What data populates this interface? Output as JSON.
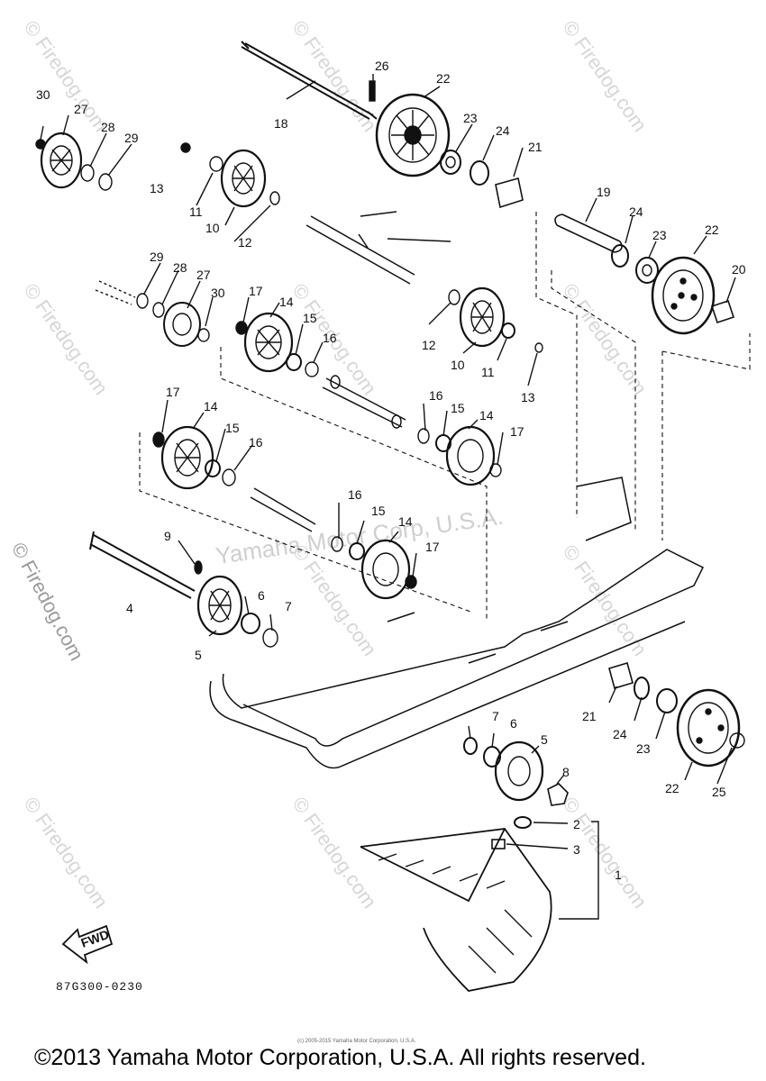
{
  "watermark_text": "© Firedog.com",
  "center_watermark": "Yamaha Motor Corp, U.S.A.",
  "fwd_arrow_text": "FWD",
  "part_code": "87G300-0230",
  "small_copyright": "(c) 2005-2015 Yamaha Motor Corporation, U.S.A.",
  "copyright": "©2013 Yamaha Motor Corporation, U.S.A. All rights reserved.",
  "callouts": [
    {
      "id": "c30a",
      "label": "30"
    },
    {
      "id": "c27a",
      "label": "27"
    },
    {
      "id": "c28a",
      "label": "28"
    },
    {
      "id": "c29a",
      "label": "29"
    },
    {
      "id": "c13a",
      "label": "13"
    },
    {
      "id": "c11a",
      "label": "11"
    },
    {
      "id": "c10a",
      "label": "10"
    },
    {
      "id": "c12a",
      "label": "12"
    },
    {
      "id": "c18",
      "label": "18"
    },
    {
      "id": "c26",
      "label": "26"
    },
    {
      "id": "c22a",
      "label": "22"
    },
    {
      "id": "c23a",
      "label": "23"
    },
    {
      "id": "c24a",
      "label": "24"
    },
    {
      "id": "c21a",
      "label": "21"
    },
    {
      "id": "c19",
      "label": "19"
    },
    {
      "id": "c24b",
      "label": "24"
    },
    {
      "id": "c23b",
      "label": "23"
    },
    {
      "id": "c22b",
      "label": "22"
    },
    {
      "id": "c20",
      "label": "20"
    },
    {
      "id": "c29b",
      "label": "29"
    },
    {
      "id": "c28b",
      "label": "28"
    },
    {
      "id": "c27b",
      "label": "27"
    },
    {
      "id": "c30b",
      "label": "30"
    },
    {
      "id": "c17a",
      "label": "17"
    },
    {
      "id": "c14a",
      "label": "14"
    },
    {
      "id": "c15a",
      "label": "15"
    },
    {
      "id": "c16a",
      "label": "16"
    },
    {
      "id": "c12b",
      "label": "12"
    },
    {
      "id": "c10b",
      "label": "10"
    },
    {
      "id": "c11b",
      "label": "11"
    },
    {
      "id": "c13b",
      "label": "13"
    },
    {
      "id": "c17b",
      "label": "17"
    },
    {
      "id": "c14b",
      "label": "14"
    },
    {
      "id": "c15b",
      "label": "15"
    },
    {
      "id": "c16b",
      "label": "16"
    },
    {
      "id": "c16c",
      "label": "16"
    },
    {
      "id": "c15c",
      "label": "15"
    },
    {
      "id": "c14c",
      "label": "14"
    },
    {
      "id": "c17c",
      "label": "17"
    },
    {
      "id": "c16d",
      "label": "16"
    },
    {
      "id": "c15d",
      "label": "15"
    },
    {
      "id": "c14d",
      "label": "14"
    },
    {
      "id": "c17d",
      "label": "17"
    },
    {
      "id": "c9",
      "label": "9"
    },
    {
      "id": "c4",
      "label": "4"
    },
    {
      "id": "c6a",
      "label": "6"
    },
    {
      "id": "c7a",
      "label": "7"
    },
    {
      "id": "c5a",
      "label": "5"
    },
    {
      "id": "c21b",
      "label": "21"
    },
    {
      "id": "c24c",
      "label": "24"
    },
    {
      "id": "c23c",
      "label": "23"
    },
    {
      "id": "c22c",
      "label": "22"
    },
    {
      "id": "c25",
      "label": "25"
    },
    {
      "id": "c7b",
      "label": "7"
    },
    {
      "id": "c6b",
      "label": "6"
    },
    {
      "id": "c5b",
      "label": "5"
    },
    {
      "id": "c8",
      "label": "8"
    },
    {
      "id": "c2",
      "label": "2"
    },
    {
      "id": "c3",
      "label": "3"
    },
    {
      "id": "c1",
      "label": "1"
    }
  ]
}
